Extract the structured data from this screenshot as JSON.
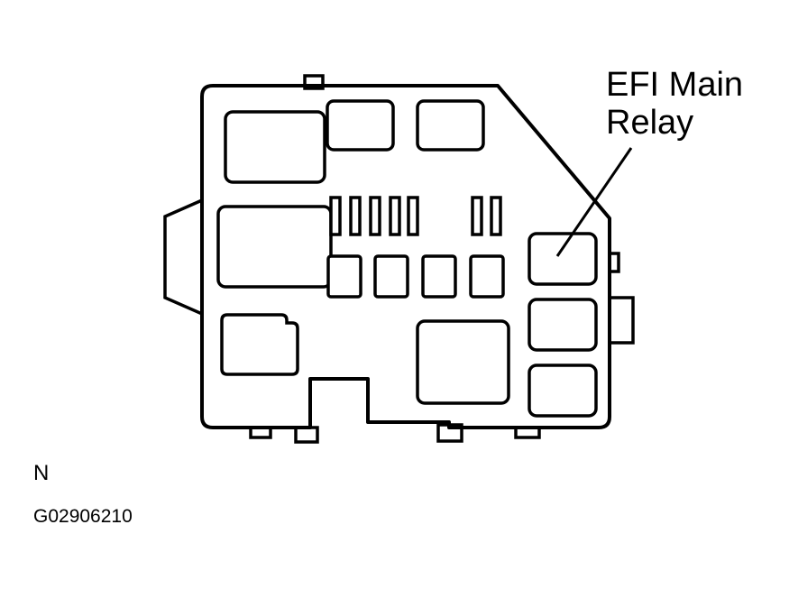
{
  "callout": {
    "line1": "EFI Main",
    "line2": "Relay"
  },
  "orientation_label": "N",
  "figure_code": "G02906210",
  "colors": {
    "line": "#000000",
    "background": "#ffffff"
  }
}
